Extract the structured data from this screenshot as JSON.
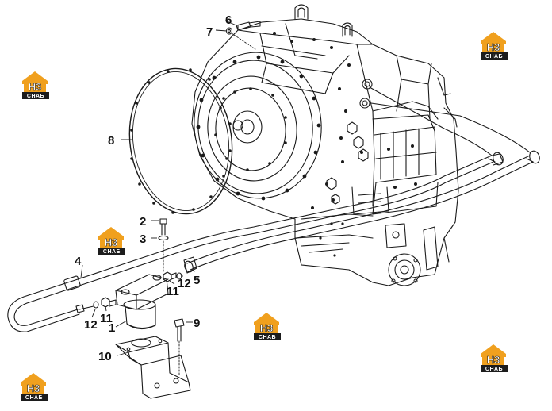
{
  "colors": {
    "line": "#1a1a1a",
    "logo_orange": "#f0a01e",
    "logo_dark": "#1c1c1c",
    "background": "#ffffff"
  },
  "watermark": {
    "main": "H3",
    "sub": "СНАБ"
  },
  "callouts": {
    "c1": "1",
    "c2": "2",
    "c3": "3",
    "c4": "4",
    "c5": "5",
    "c6": "6",
    "c7": "7",
    "c8": "8",
    "c9": "9",
    "c10": "10",
    "c11a": "11",
    "c11b": "11",
    "c12a": "12",
    "c12b": "12"
  }
}
